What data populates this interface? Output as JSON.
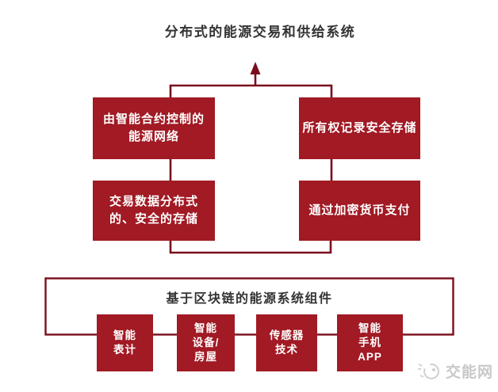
{
  "diagram": {
    "title": "分布式的能源交易和供给系统",
    "flow_boxes": {
      "smart_contract": {
        "lines": [
          "由智能合约控制的",
          "能源网络"
        ]
      },
      "ownership": {
        "lines": [
          "所有权记录安全存储"
        ]
      },
      "transaction": {
        "lines": [
          "交易数据分布式",
          "的、安全的存储"
        ]
      },
      "crypto_payment": {
        "lines": [
          "通过加密货币支付"
        ]
      }
    },
    "components_section": {
      "title": "基于区块链的能源系统组件",
      "items": {
        "smart_meter": {
          "lines": [
            "智能",
            "表计"
          ]
        },
        "smart_device": {
          "lines": [
            "智能",
            "设备/",
            "房屋"
          ]
        },
        "sensor": {
          "lines": [
            "传感器",
            "技术"
          ]
        },
        "smart_app": {
          "lines": [
            "智能",
            "手机",
            "APP"
          ]
        }
      }
    },
    "watermark": {
      "text": "交能网"
    },
    "colors": {
      "box_fill": "#a11a24",
      "line": "#7a0e1d",
      "title_text": "#333333",
      "watermark": "#c8c8c8"
    }
  }
}
